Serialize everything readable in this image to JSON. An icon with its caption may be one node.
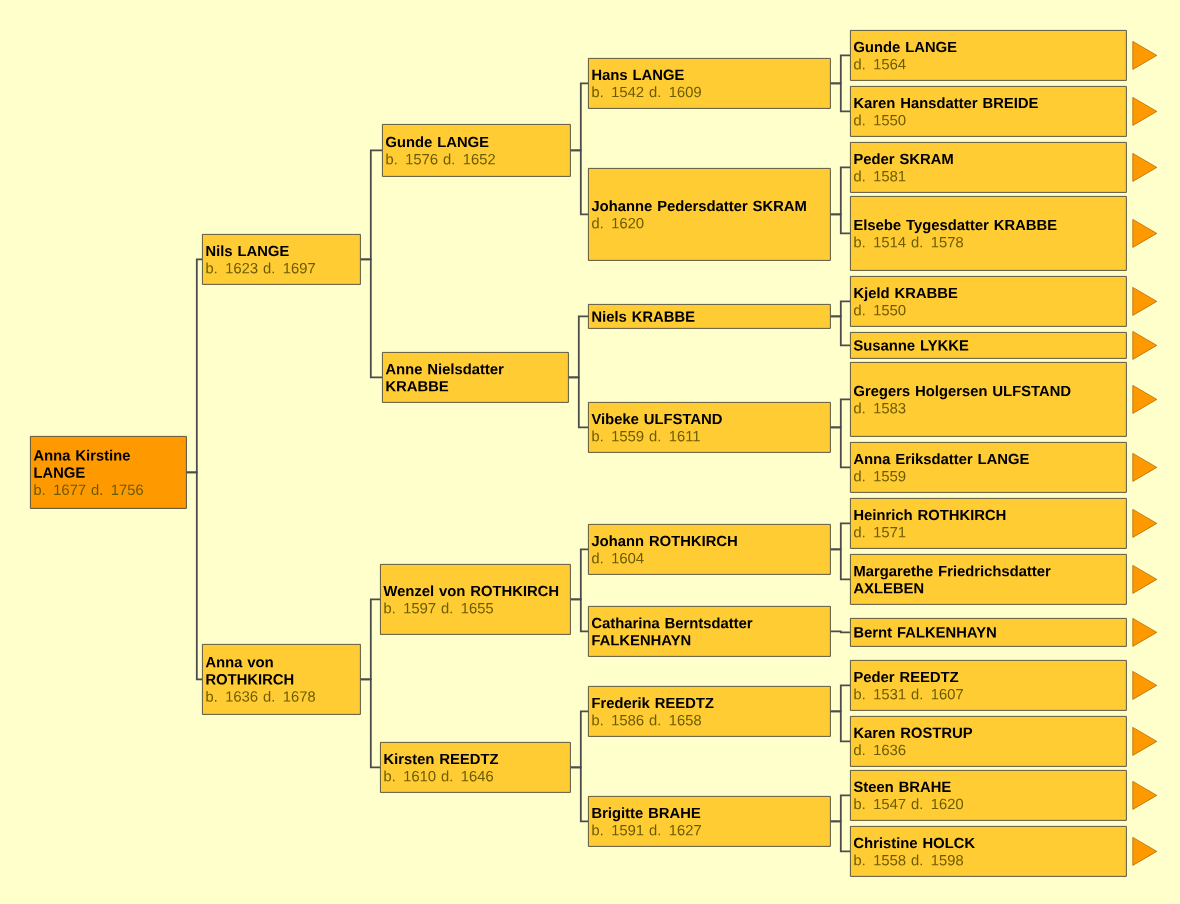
{
  "diagram": {
    "nodes": [
      {
        "text": [
          "Anna Kirstine LANGE",
          "b. 1677 d. 1756"
        ]
      },
      {
        "text": [
          "Nils LANGE",
          "b. 1623 d. 1697"
        ]
      },
      {
        "text": [
          "Anna von ROTHKIRCH",
          "b. 1636 d. 1678"
        ]
      },
      {
        "text": [
          "Gunde LANGE",
          "b. 1576 d. 1652"
        ]
      },
      {
        "text": [
          "Anne Nielsdatter KRABBE"
        ]
      },
      {
        "text": [
          "Wenzel von ROTHKIRCH",
          "b. 1597 d. 1655"
        ]
      },
      {
        "text": [
          "Kirsten REEDTZ",
          "b. 1610 d. 1646"
        ]
      },
      {
        "text": [
          "Hans LANGE",
          "b. 1542 d. 1609"
        ]
      },
      {
        "text": [
          "Johanne Pedersdatter SKRAM",
          "d. 1620"
        ]
      },
      {
        "text": [
          "Niels KRABBE"
        ]
      },
      {
        "text": [
          "Vibeke ULFSTAND",
          "b. 1559 d. 1611"
        ]
      },
      {
        "text": [
          "Johann ROTHKIRCH",
          "d. 1604"
        ]
      },
      {
        "text": [
          "Catharina Berntsdatter FALKENHAYN"
        ]
      },
      {
        "text": [
          "Frederik REEDTZ",
          "b. 1586 d. 1658"
        ]
      },
      {
        "text": [
          "Brigitte BRAHE",
          "b. 1591 d. 1627"
        ]
      },
      {
        "text": [
          "Gunde LANGE",
          "d. 1564"
        ]
      },
      {
        "text": [
          "Karen Hansdatter BREIDE",
          "d. 1550"
        ]
      },
      {
        "text": [
          "Peder SKRAM",
          "d. 1581"
        ]
      },
      {
        "text": [
          "Elsebe Tygesdatter KRABBE",
          "b. 1514 d. 1578"
        ]
      },
      {
        "text": [
          "Kjeld KRABBE",
          "d. 1550"
        ]
      },
      {
        "text": [
          "Susanne LYKKE"
        ]
      },
      {
        "text": [
          "Gregers Holgersen ULFSTAND",
          "d. 1583"
        ]
      },
      {
        "text": [
          "Anna Eriksdatter LANGE",
          "d. 1559"
        ]
      },
      {
        "text": [
          "Heinrich ROTHKIRCH",
          "d. 1571"
        ]
      },
      {
        "text": [
          "Margarethe Friedrichsdatter AXLEBEN"
        ]
      },
      {
        "text": [
          "Bernt FALKENHAYN"
        ]
      },
      {
        "text": [
          "Peder REEDTZ",
          "b. 1531 d. 1607"
        ]
      },
      {
        "text": [
          "Karen ROSTRUP",
          "d. 1636"
        ]
      },
      {
        "text": [
          "Steen BRAHE",
          "b. 1547 d. 1620"
        ]
      },
      {
        "text": [
          "Christine HOLCK",
          "b. 1558 d. 1598"
        ]
      }
    ],
    "edges": [
      {
        "from": 0,
        "to": 1,
        "arrow": "none"
      },
      {
        "from": 0,
        "to": 2,
        "arrow": "none"
      },
      {
        "from": 1,
        "to": 3,
        "arrow": "none"
      },
      {
        "from": 1,
        "to": 4,
        "arrow": "none"
      },
      {
        "from": 2,
        "to": 5,
        "arrow": "none"
      },
      {
        "from": 2,
        "to": 6,
        "arrow": "none"
      },
      {
        "from": 3,
        "to": 7,
        "arrow": "none"
      },
      {
        "from": 3,
        "to": 8,
        "arrow": "none"
      },
      {
        "from": 4,
        "to": 9,
        "arrow": "none"
      },
      {
        "from": 4,
        "to": 10,
        "arrow": "none"
      },
      {
        "from": 5,
        "to": 11,
        "arrow": "none"
      },
      {
        "from": 5,
        "to": 12,
        "arrow": "none"
      },
      {
        "from": 6,
        "to": 13,
        "arrow": "none"
      },
      {
        "from": 6,
        "to": 14,
        "arrow": "none"
      },
      {
        "from": 7,
        "to": 15,
        "arrow": "none"
      },
      {
        "from": 7,
        "to": 16,
        "arrow": "none"
      },
      {
        "from": 8,
        "to": 17,
        "arrow": "none"
      },
      {
        "from": 8,
        "to": 18,
        "arrow": "none"
      },
      {
        "from": 9,
        "to": 19,
        "arrow": "none"
      },
      {
        "from": 9,
        "to": 20,
        "arrow": "none"
      },
      {
        "from": 10,
        "to": 21,
        "arrow": "none"
      },
      {
        "from": 10,
        "to": 22,
        "arrow": "none"
      },
      {
        "from": 11,
        "to": 23,
        "arrow": "none"
      },
      {
        "from": 11,
        "to": 24,
        "arrow": "none"
      },
      {
        "from": 12,
        "to": 25,
        "arrow": "none"
      },
      {
        "from": 13,
        "to": 26,
        "arrow": "none"
      },
      {
        "from": 13,
        "to": 27,
        "arrow": "none"
      },
      {
        "from": 14,
        "to": 28,
        "arrow": "none"
      },
      {
        "from": 14,
        "to": 29,
        "arrow": "none"
      },
      {
        "from": 15,
        "to": null,
        "arrow": "to"
      },
      {
        "from": 16,
        "to": null,
        "arrow": "to"
      },
      {
        "from": 17,
        "to": null,
        "arrow": "to"
      },
      {
        "from": 18,
        "to": null,
        "arrow": "to"
      },
      {
        "from": 19,
        "to": null,
        "arrow": "to"
      },
      {
        "from": 20,
        "to": null,
        "arrow": "to"
      },
      {
        "from": 21,
        "to": null,
        "arrow": "to"
      },
      {
        "from": 22,
        "to": null,
        "arrow": "to"
      },
      {
        "from": 23,
        "to": null,
        "arrow": "to"
      },
      {
        "from": 24,
        "to": null,
        "arrow": "to"
      },
      {
        "from": 25,
        "to": null,
        "arrow": "to"
      },
      {
        "from": 26,
        "to": null,
        "arrow": "to"
      },
      {
        "from": 27,
        "to": null,
        "arrow": "to"
      },
      {
        "from": 28,
        "to": null,
        "arrow": "to"
      },
      {
        "from": 29,
        "to": null,
        "arrow": "to"
      }
    ]
  }
}
